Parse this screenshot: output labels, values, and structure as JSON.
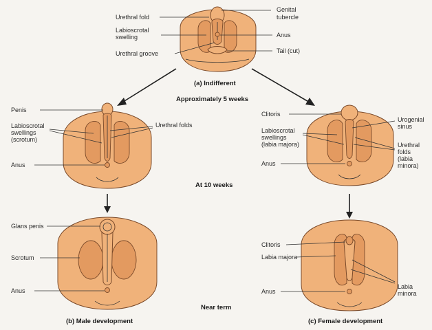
{
  "colors": {
    "skin": "#f0b27a",
    "skin_dark": "#e39a60",
    "outline": "#7a4a2a",
    "background": "#f6f4f0"
  },
  "top": {
    "labels": {
      "urethral_fold": "Urethral fold",
      "labioscrotal_1": "Labioscrotal",
      "labioscrotal_2": "swelling",
      "urethral_groove": "Urethral groove",
      "genital_1": "Genital",
      "genital_2": "tubercle",
      "anus": "Anus",
      "tail": "Tail (cut)"
    },
    "title": "(a) Indifferent",
    "stage": "Approximately 5 weeks"
  },
  "male_10": {
    "labels": {
      "penis": "Penis",
      "lab_1": "Labioscrotal",
      "lab_2": "swellings",
      "lab_3": "(scrotum)",
      "anus": "Anus",
      "urethral_folds": "Urethral folds"
    }
  },
  "female_10": {
    "labels": {
      "clitoris": "Clitoris",
      "lab_1": "Labioscrotal",
      "lab_2": "swellings",
      "lab_3": "(labia majora)",
      "anus": "Anus",
      "uro_1": "Urogenial",
      "uro_2": "sinus",
      "ure_1": "Urethral",
      "ure_2": "folds",
      "ure_3": "(labia",
      "ure_4": "minora)"
    }
  },
  "stage_10": "At 10 weeks",
  "male_term": {
    "labels": {
      "glans": "Glans penis",
      "scrotum": "Scrotum",
      "anus": "Anus"
    },
    "title": "(b) Male development"
  },
  "female_term": {
    "labels": {
      "clitoris": "Clitoris",
      "labia_majora": "Labia majora",
      "anus": "Anus",
      "minora_1": "Labia",
      "minora_2": "minora"
    },
    "title": "(c) Female development"
  },
  "stage_term": "Near term"
}
